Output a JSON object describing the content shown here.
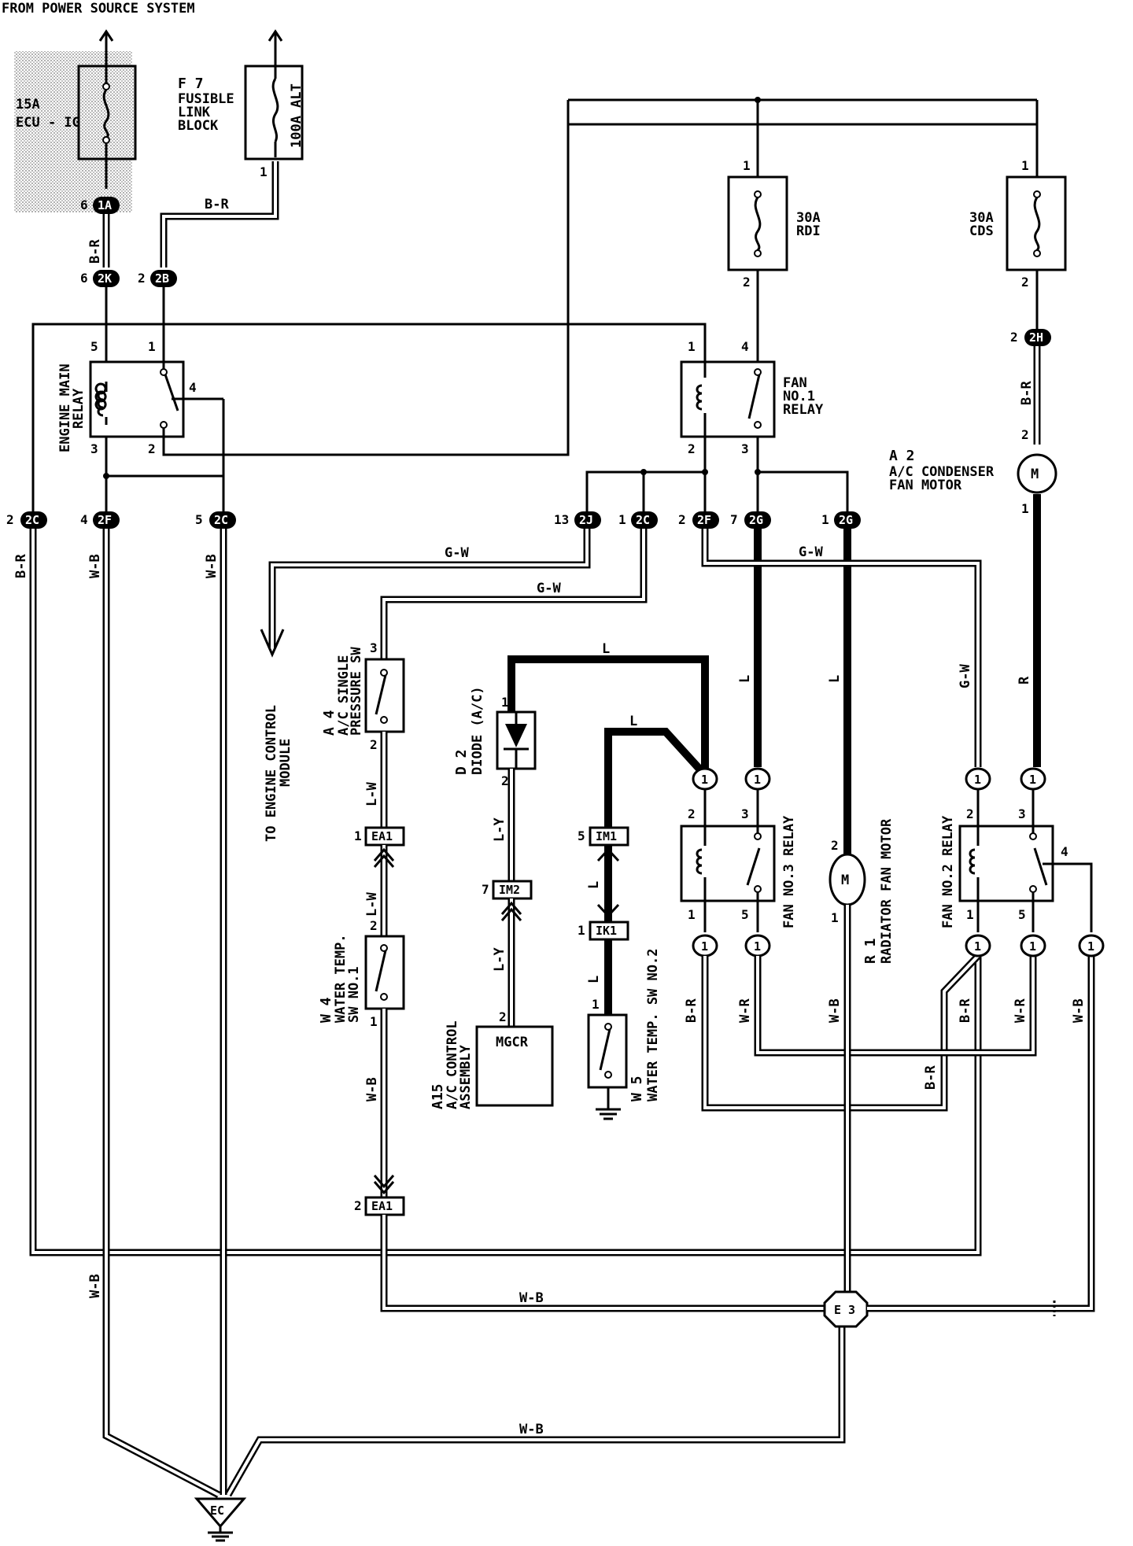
{
  "header": {
    "source_text": "FROM POWER SOURCE SYSTEM"
  },
  "components": {
    "ecu_ig_fuse": {
      "amps": "15A",
      "name": "ECU - IG"
    },
    "fusible_link": {
      "code": "F 7",
      "line1": "FUSIBLE",
      "line2": "LINK",
      "line3": "BLOCK",
      "rating": "100A ALT"
    },
    "rdi_fuse": {
      "amps": "30A",
      "name": "RDI"
    },
    "cds_fuse": {
      "amps": "30A",
      "name": "CDS"
    },
    "engine_main_relay": {
      "line1": "ENGINE MAIN",
      "line2": "RELAY"
    },
    "fan_no1_relay": {
      "line1": "FAN",
      "line2": "NO.1",
      "line3": "RELAY"
    },
    "condenser_fan_motor": {
      "code": "A 2",
      "line1": "A/C CONDENSER",
      "line2": "FAN MOTOR",
      "symbol": "M"
    },
    "ecm_arrow_label": {
      "line1": "TO ENGINE CONTROL",
      "line2": "MODULE"
    },
    "pressure_sw": {
      "code": "A 4",
      "line1": "A/C SINGLE",
      "line2": "PRESSURE SW"
    },
    "diode": {
      "code": "D 2",
      "name": "DIODE (A/C)"
    },
    "ac_control": {
      "code": "A15",
      "line1": "A/C CONTROL",
      "line2": "ASSEMBLY",
      "box": "MGCR"
    },
    "water_temp_sw1": {
      "code": "W 4",
      "line1": "WATER TEMP.",
      "line2": "SW NO.1"
    },
    "water_temp_sw2": {
      "code": "W 5",
      "name": "WATER TEMP. SW NO.2"
    },
    "fan_no3_relay": {
      "name": "FAN NO.3 RELAY"
    },
    "radiator_fan_motor": {
      "code": "R 1",
      "name": "RADIATOR FAN MOTOR",
      "symbol": "M"
    },
    "fan_no2_relay": {
      "name": "FAN NO.2 RELAY"
    },
    "ground_e3": {
      "label": "E 3"
    },
    "ground_ec": {
      "label": "EC"
    }
  },
  "connectors": {
    "c1a": "1A",
    "c2k": "2K",
    "c2b": "2B",
    "c2h": "2H",
    "c2c": "2C",
    "c2f": "2F",
    "c2j": "2J",
    "c2g": "2G",
    "cea1": "EA1",
    "cim1": "IM1",
    "cim2": "IM2",
    "cik1": "IK1",
    "c1": "1"
  },
  "pins": {
    "p1": "1",
    "p2": "2",
    "p3": "3",
    "p4": "4",
    "p5": "5",
    "p6": "6",
    "p7": "7",
    "p13": "13"
  },
  "wires": {
    "br": "B-R",
    "wb": "W-B",
    "gw": "G-W",
    "l": "L",
    "lw": "L-W",
    "ly": "L-Y",
    "r": "R",
    "wr": "W-R"
  }
}
